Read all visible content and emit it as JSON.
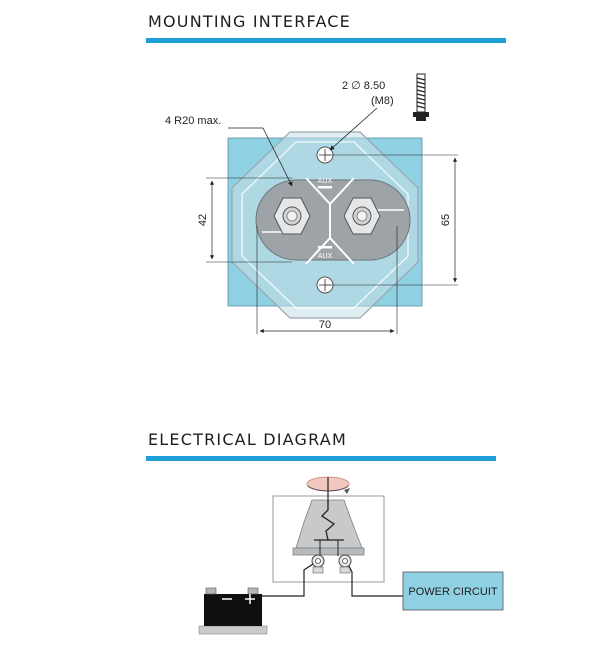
{
  "sections": {
    "mounting_title": "MOUNTING INTERFACE",
    "electrical_title": "ELECTRICAL DIAGRAM"
  },
  "mounting": {
    "radius_label": "4 R20 max.",
    "hole_count_label": "2 ∅ 8.50",
    "thread_label": "(M8)",
    "aux_top": "AUX",
    "aux_bottom": "AUX",
    "dim_height_inner": "42",
    "dim_height_outer": "65",
    "dim_width": "70"
  },
  "electrical": {
    "power_circuit_label": "POWER CIRCUIT",
    "battery_plus": "+"
  },
  "colors": {
    "accent_rule": "#1ea0d6",
    "mount_plate": "#8fd0e3",
    "switch_body": "#c7c9cb"
  }
}
